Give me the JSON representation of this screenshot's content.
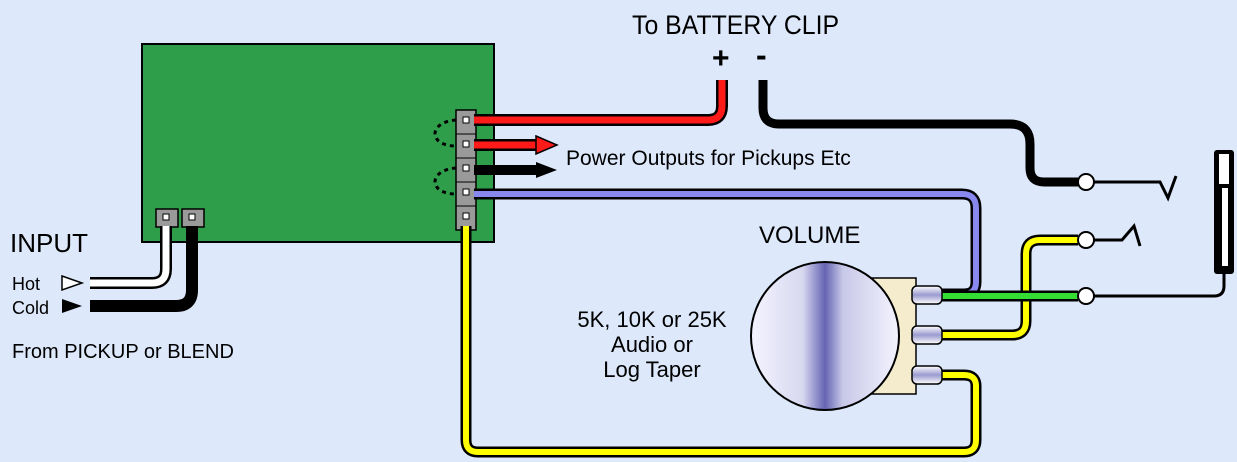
{
  "labels": {
    "battery_title": "To BATTERY CLIP",
    "battery_plus": "+",
    "battery_minus": "-",
    "power_outputs": "Power Outputs for Pickups Etc",
    "input_title": "INPUT",
    "hot": "Hot",
    "cold": "Cold",
    "from_pickup": "From PICKUP or BLEND",
    "volume": "VOLUME",
    "pot_line1": "5K, 10K or 25K",
    "pot_line2": "Audio or",
    "pot_line3": "Log Taper"
  },
  "colors": {
    "background": "#dde8fb",
    "board": "#2f9e4b",
    "red_wire": "#ff1a1a",
    "black_wire": "#000000",
    "blue_wire": "#8888ee",
    "yellow_wire": "#ffff00",
    "green_wire": "#33dd33",
    "white_wire": "#ffffff"
  }
}
